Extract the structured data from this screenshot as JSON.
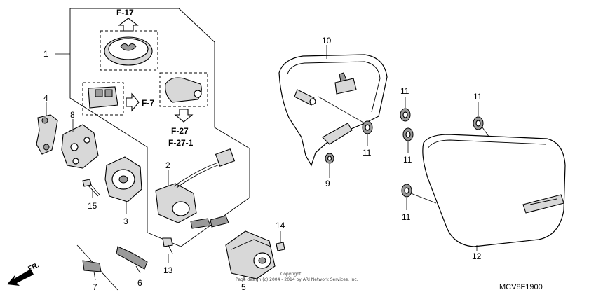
{
  "diagram": {
    "part_numbers": [
      "1",
      "2",
      "3",
      "4",
      "5",
      "6",
      "7",
      "8",
      "9",
      "10",
      "11",
      "11",
      "11",
      "11",
      "11",
      "12",
      "13",
      "14",
      "15"
    ],
    "references": {
      "f17": "F-17",
      "f7": "F-7",
      "f27": "F-27",
      "f27_1": "F-27-1"
    },
    "direction_label": "FR.",
    "copyright_line1": "Copyright",
    "copyright_line2": "Page design (c) 2004 - 2014 by ARI Network Services, Inc.",
    "diagram_code": "MCV8F1900"
  }
}
